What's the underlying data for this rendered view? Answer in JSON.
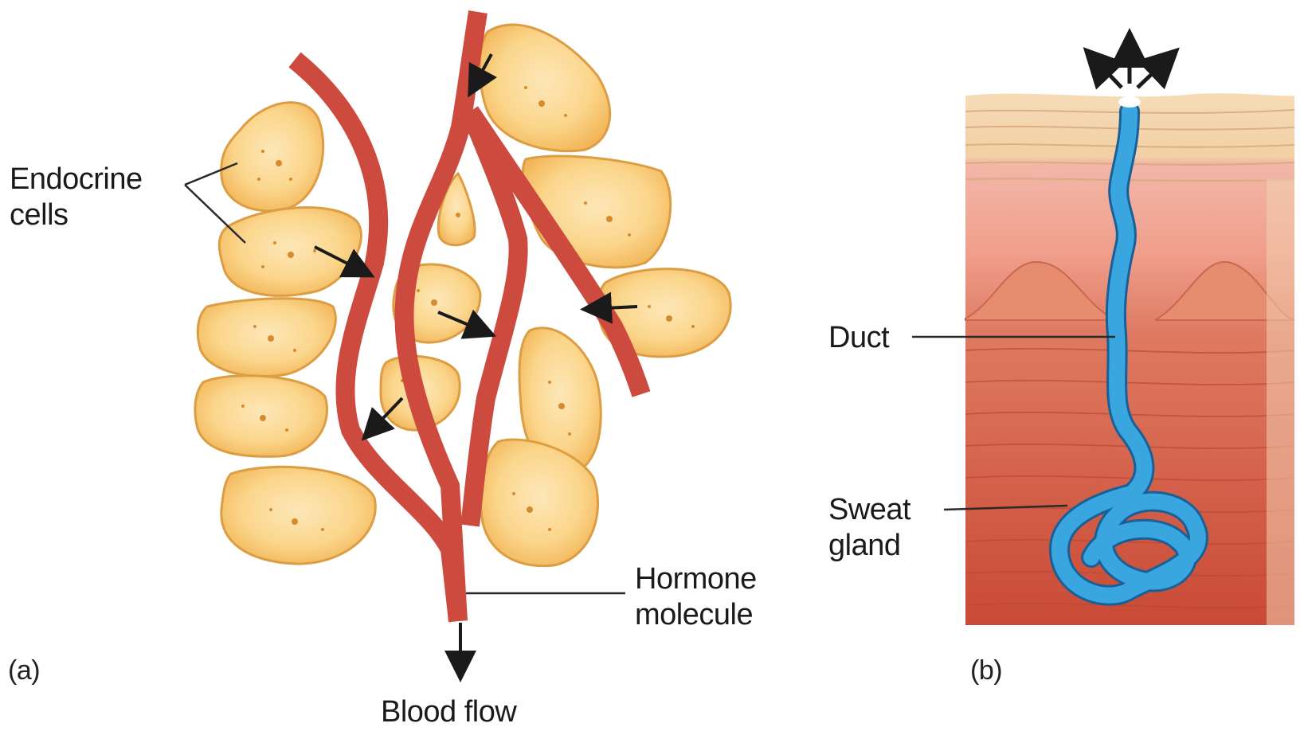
{
  "panel_a": {
    "letter": "(a)",
    "labels": {
      "endocrine_line1": "Endocrine",
      "endocrine_line2": "cells",
      "hormone_line1": "Hormone",
      "hormone_line2": "molecule",
      "blood_flow": "Blood flow"
    }
  },
  "panel_b": {
    "letter": "(b)",
    "labels": {
      "duct": "Duct",
      "sweat_line1": "Sweat",
      "sweat_line2": "gland"
    }
  },
  "colors": {
    "cell_fill": "#f9c56f",
    "cell_stroke": "#d99a3a",
    "vessel": "#cc4b3e",
    "duct": "#3aa6e0",
    "skin_top": "#f5d3ac",
    "skin_deep": "#c8513f"
  }
}
